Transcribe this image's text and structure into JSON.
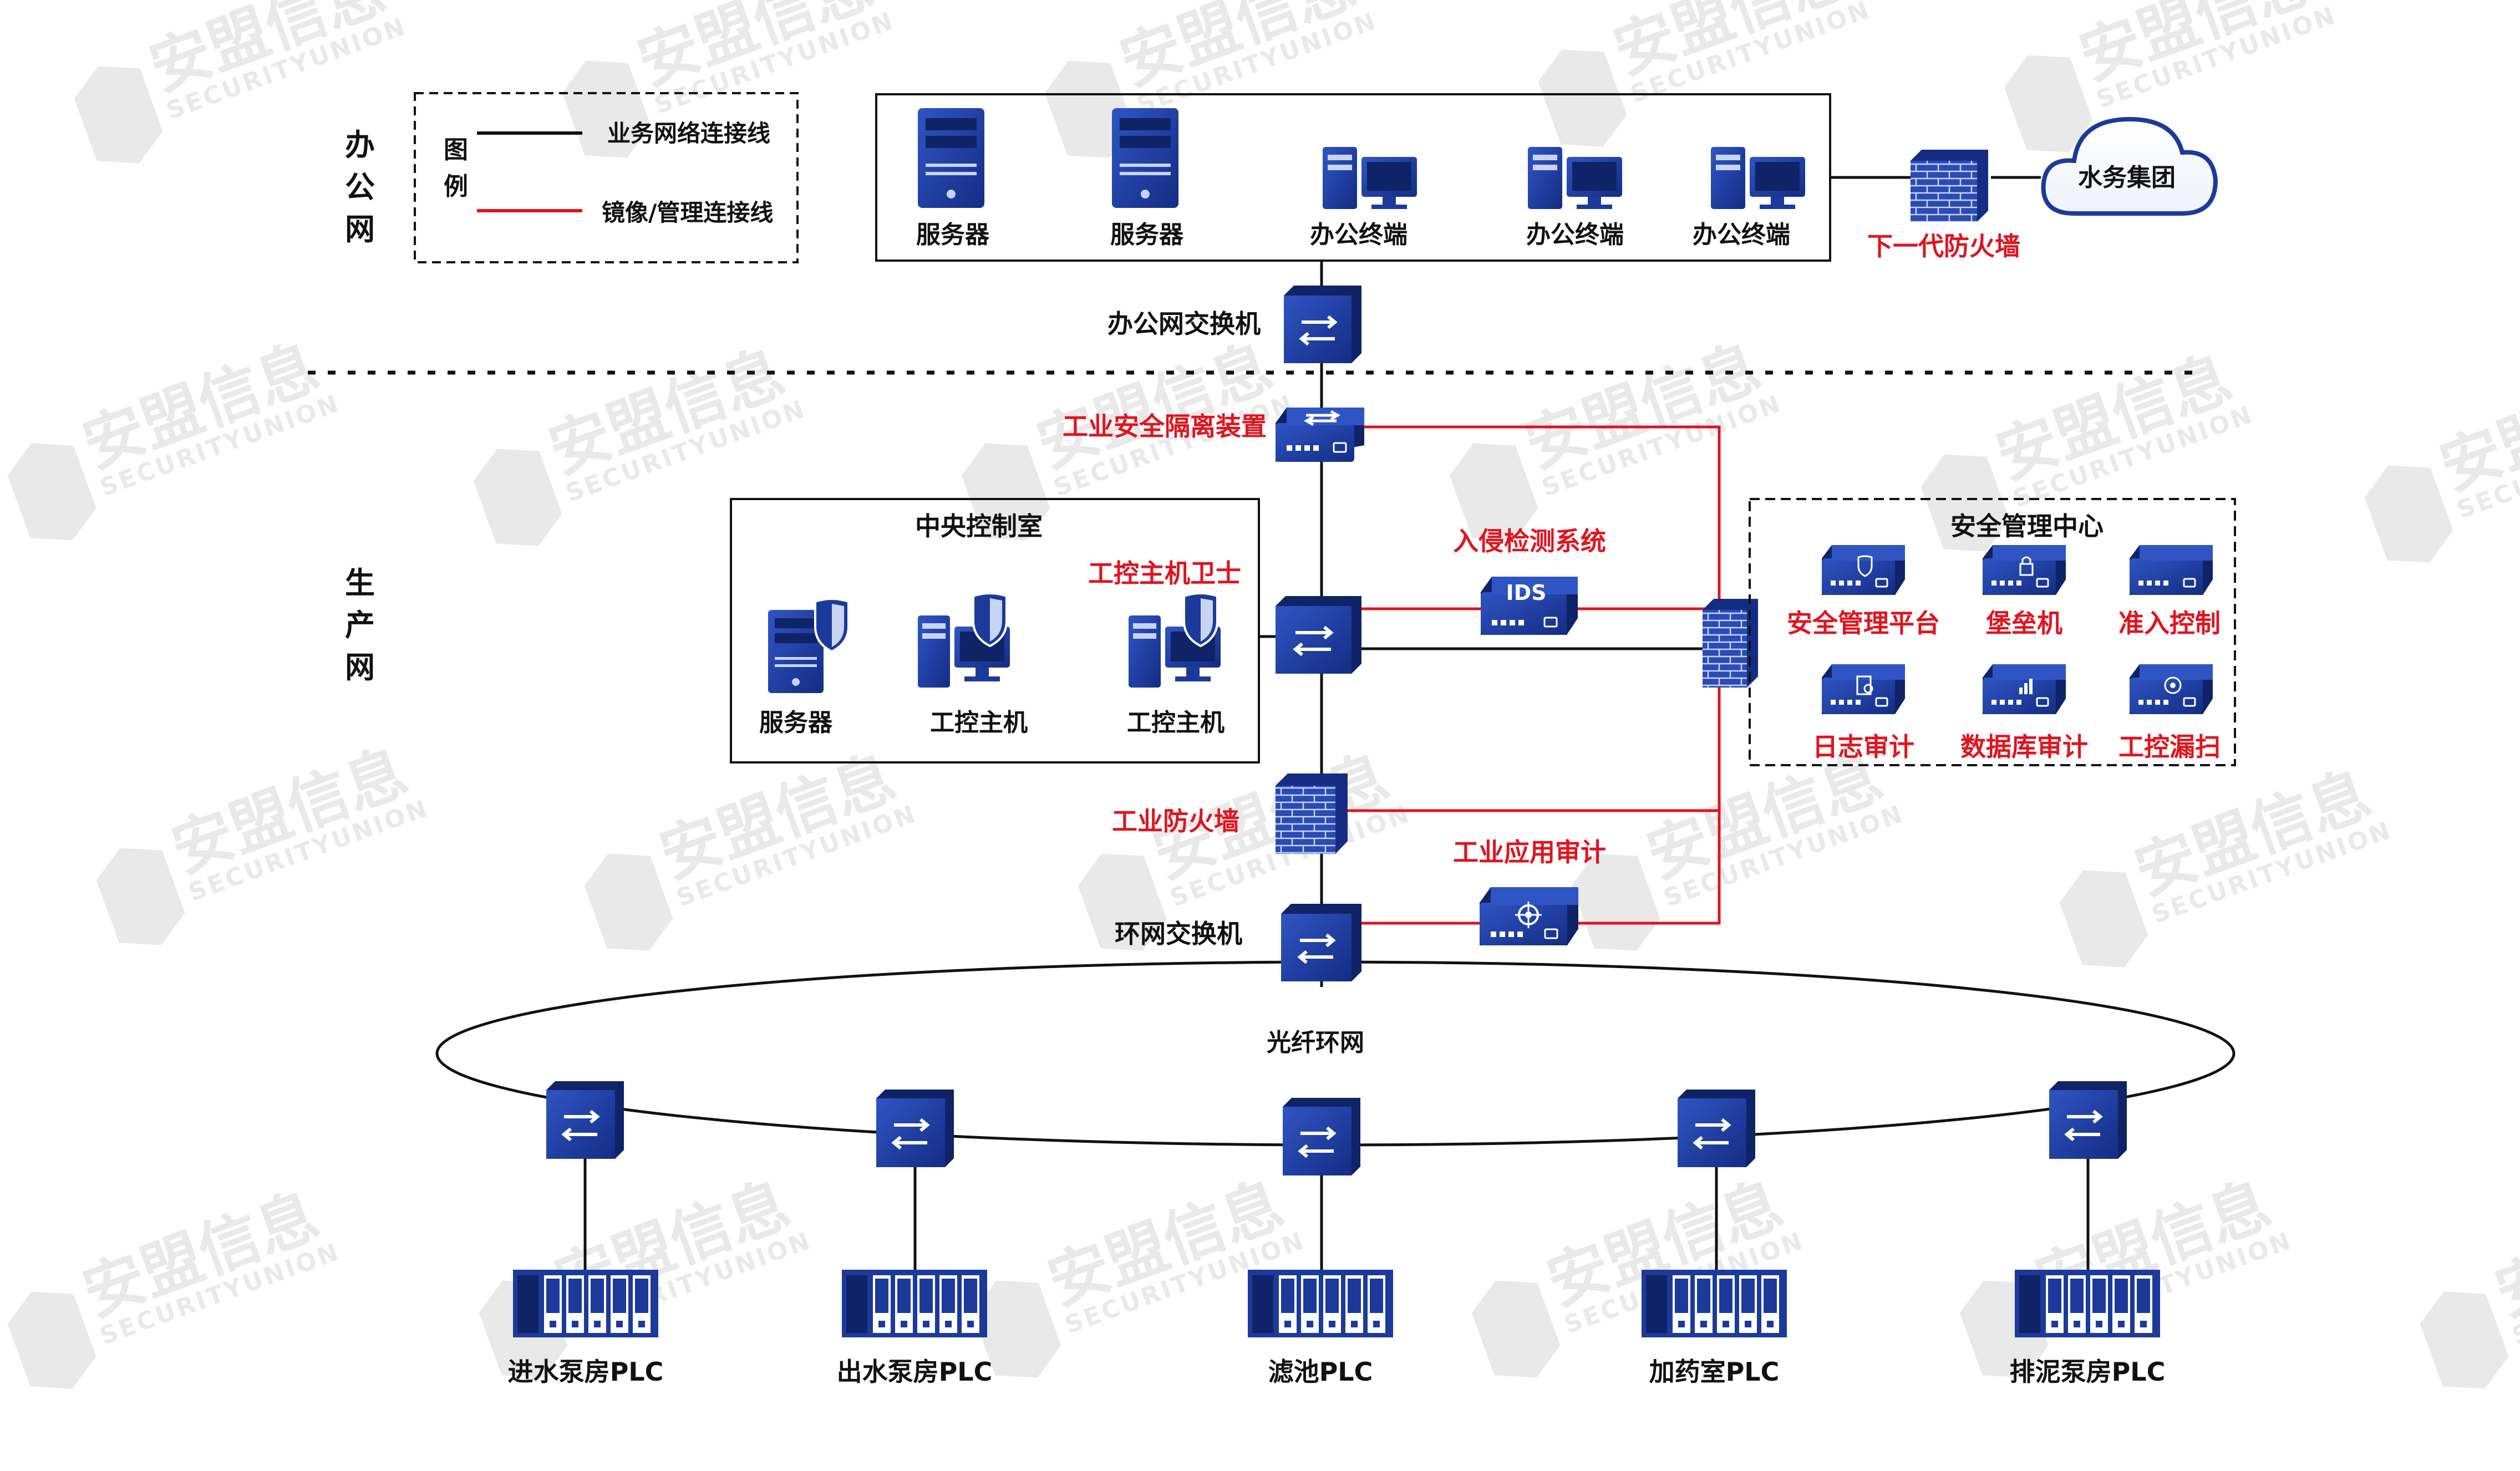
{
  "watermark": {
    "brand": "安盟信息",
    "sub": "SECURITYUNION"
  },
  "zones": {
    "office": "办公网",
    "production": "生产网"
  },
  "legend": {
    "title": "图例",
    "items": [
      {
        "label": "业务网络连接线",
        "color": "#111111"
      },
      {
        "label": "镜像/管理连接线",
        "color": "#e0141e"
      }
    ]
  },
  "office_net": {
    "devices": [
      "服务器",
      "服务器",
      "办公终端",
      "办公终端",
      "办公终端"
    ],
    "firewall": "下一代防火墙",
    "cloud": "水务集团",
    "switch": "办公网交换机"
  },
  "production_net": {
    "isolation": "工业安全隔离装置",
    "control_room": {
      "title": "中央控制室",
      "guard": "工控主机卫士",
      "devices": [
        "服务器",
        "工控主机",
        "工控主机"
      ]
    },
    "ids": {
      "name": "入侵检测系统",
      "badge": "IDS"
    },
    "industrial_firewall": "工业防火墙",
    "audit": "工业应用审计",
    "ring_switch": "环网交换机",
    "ring": "光纤环网",
    "security_center": {
      "title": "安全管理中心",
      "items": [
        "安全管理平台",
        "堡垒机",
        "准入控制",
        "日志审计",
        "数据库审计",
        "工控漏扫"
      ]
    },
    "plcs": [
      "进水泵房PLC",
      "出水泵房PLC",
      "滤池PLC",
      "加药室PLC",
      "排泥泵房PLC"
    ]
  },
  "colors": {
    "device": "#1c3a9c",
    "device_dark": "#0f2366",
    "device_light": "#2f55c4",
    "business": "#111111",
    "mirror": "#e0141e"
  }
}
